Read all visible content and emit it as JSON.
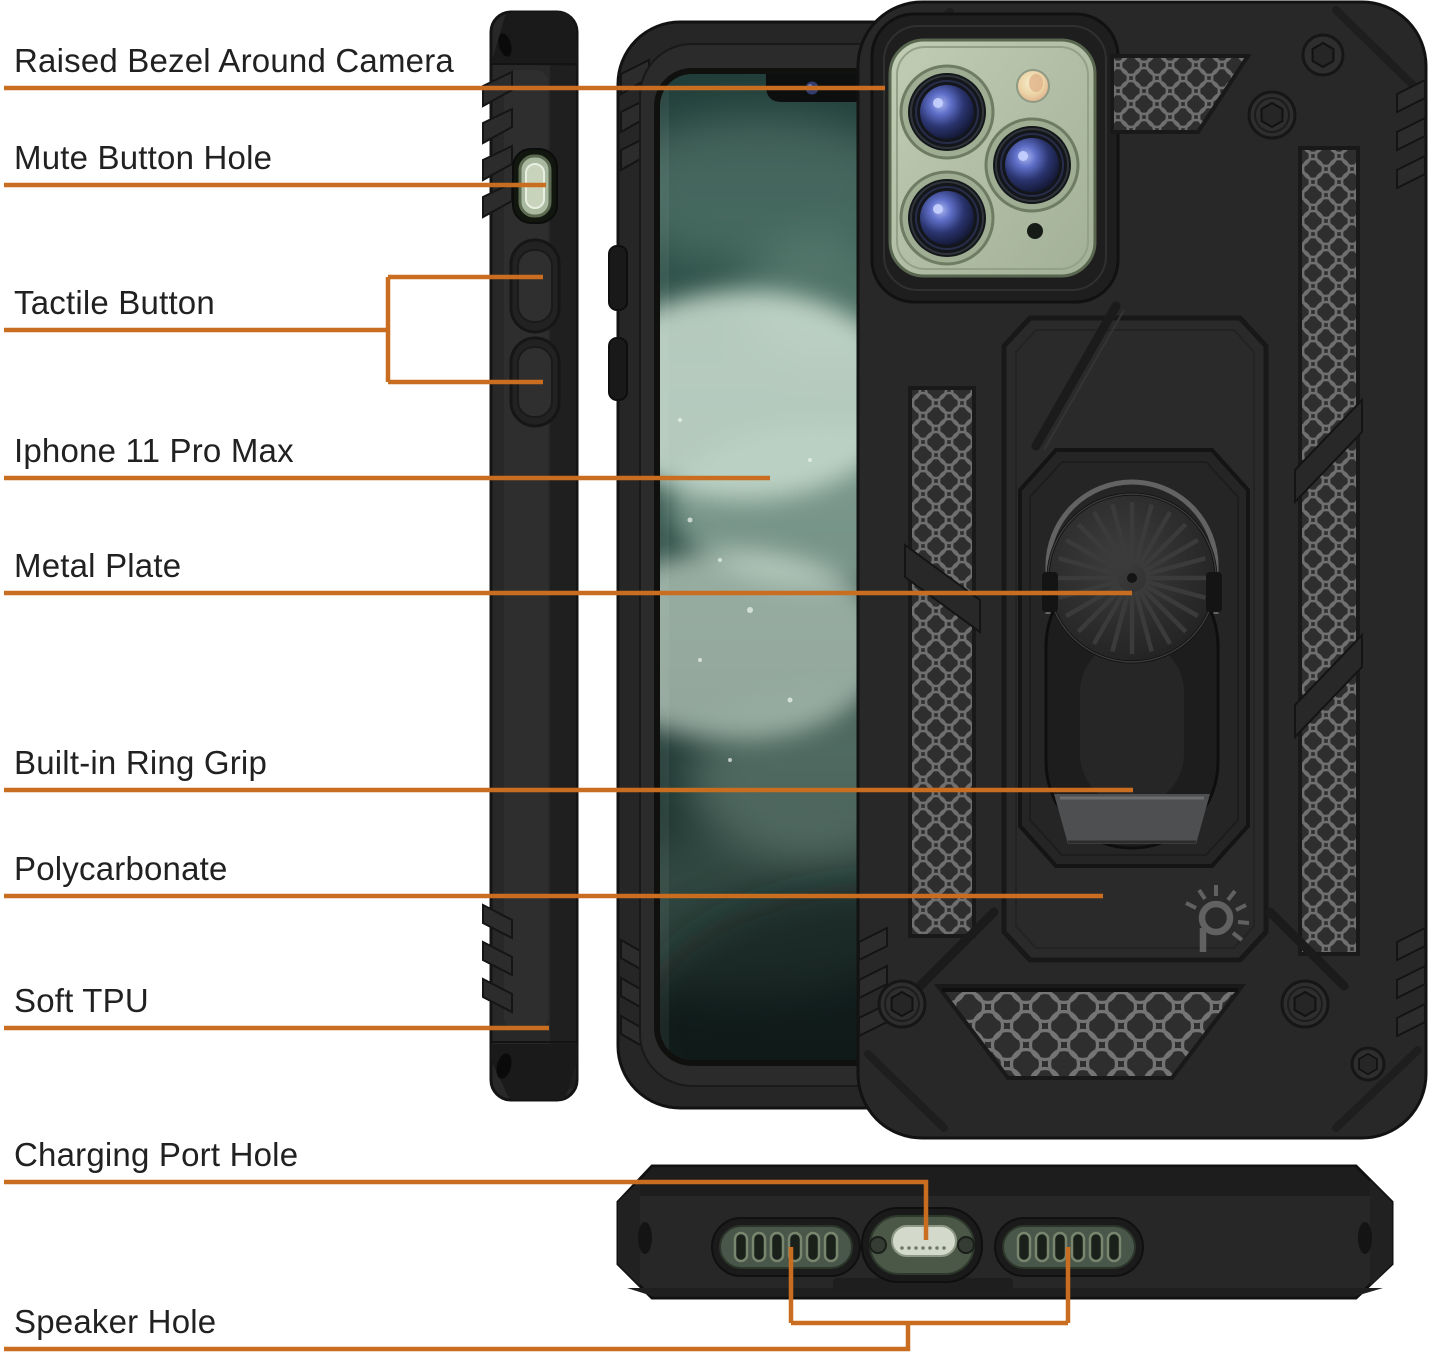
{
  "diagram": {
    "background_color": "#ffffff",
    "accent_color": "#c96e20",
    "label_color": "#212121",
    "labels": [
      {
        "text": "Raised Bezel Around Camera",
        "target": "camera-bezel"
      },
      {
        "text": "Mute Button Hole",
        "target": "mute-switch-opening"
      },
      {
        "text": "Tactile Button",
        "target": "volume-buttons"
      },
      {
        "text": "Iphone 11 Pro Max",
        "target": "phone-screen"
      },
      {
        "text": "Metal Plate",
        "target": "kickstand-metal-disc"
      },
      {
        "text": "Built-in Ring Grip",
        "target": "ring-stand"
      },
      {
        "text": "Polycarbonate",
        "target": "back-shell"
      },
      {
        "text": "Soft TPU",
        "target": "side-bumper"
      },
      {
        "text": "Charging Port Hole",
        "target": "lightning-port-opening"
      },
      {
        "text": "Speaker Hole",
        "target": "speaker-openings"
      }
    ],
    "product": {
      "case_color": "#282828",
      "camera_module_color": "#b2bfa7",
      "phone_color_seen_through_holes": "#4b5847",
      "screen_wallpaper": "teal ocean waves",
      "brand_logo_icon": "punkcase-sun-logo"
    }
  }
}
